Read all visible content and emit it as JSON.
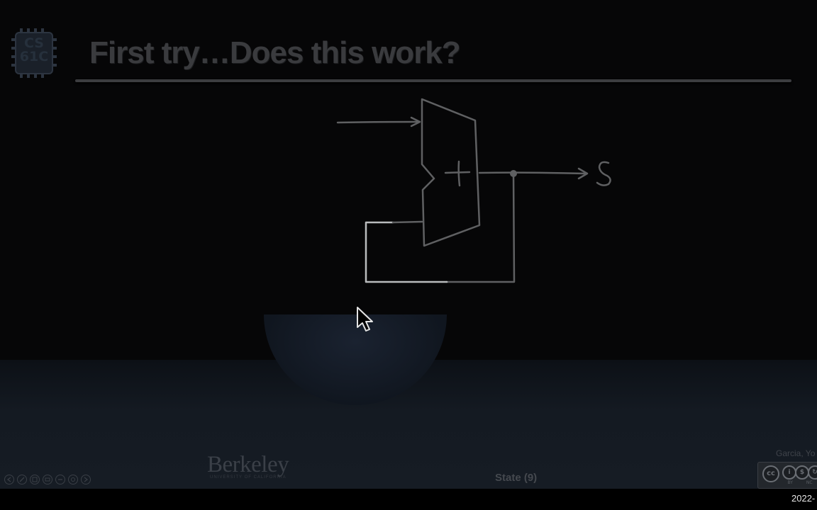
{
  "logo": {
    "text": "CS\n61C"
  },
  "slide": {
    "title": "First try…Does this work?",
    "slide_label": "State (9)",
    "author": "Garcia, Yo",
    "institution": "Berkeley",
    "institution_subtitle": "UNIVERSITY OF CALIFORNIA"
  },
  "diagram": {
    "adder_symbol": "+",
    "output_label": "S"
  },
  "license": {
    "icons": [
      "cc-icon",
      "by-icon",
      "nc-icon",
      "sa-icon"
    ],
    "tags": [
      "BY",
      "NC"
    ]
  },
  "toolbar": {
    "icons": [
      "prev-icon",
      "pen-icon",
      "grid-icon",
      "pages-icon",
      "menu-icon",
      "stop-icon",
      "next-icon"
    ]
  },
  "footer": {
    "date": "2022-"
  },
  "colors": {
    "slide_bg": "#060607",
    "title": "#3a3b3e",
    "wire_dim": "#5f6062",
    "wire_bright": "#b9bbbd"
  }
}
